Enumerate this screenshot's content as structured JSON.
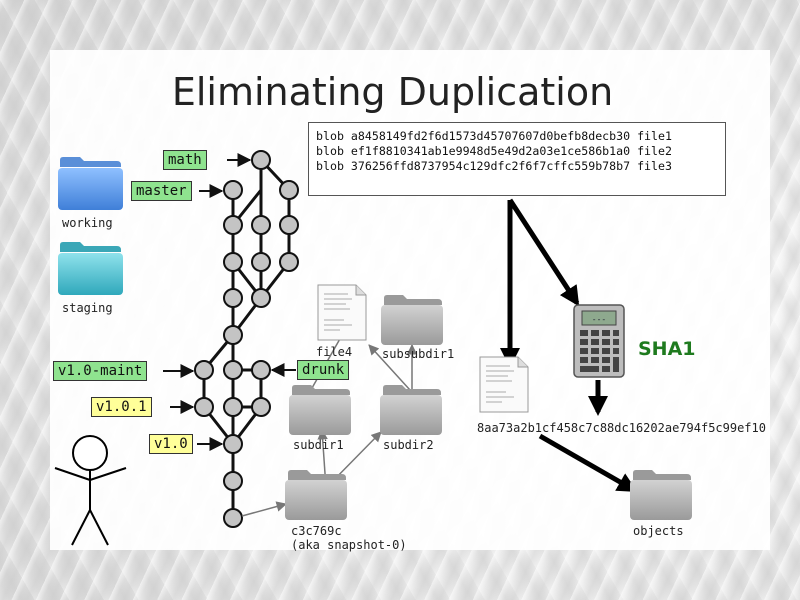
{
  "title": "Eliminating Duplication",
  "blobs": [
    "blob a8458149fd2f6d1573d45707607d0befb8decb30 file1",
    "blob ef1f8810341ab1e9948d5e49d2a03e1ce586b1a0 file2",
    "blob 376256ffd8737954c129dfc2f6f7cffc559b78b7 file3"
  ],
  "branches": {
    "math": "math",
    "master": "master",
    "maint": "v1.0-maint",
    "drunk": "drunk"
  },
  "tags": {
    "v101": "v1.0.1",
    "v10": "v1.0"
  },
  "labels": {
    "working": "working",
    "staging": "staging",
    "file4": "file4",
    "subsubdir1": "subsubdir1",
    "subdir1": "subdir1",
    "subdir2": "subdir2",
    "tree_hash": "c3c769c",
    "tree_alias": "(aka snapshot-0)",
    "new_hash": "8aa73a2b1cf458c7c88dc16202ae794f5c99ef10",
    "objects": "objects",
    "sha1": "SHA1",
    "calculator_display": "---"
  },
  "colors": {
    "tag_green": "#8fe38f",
    "tag_yellow": "#ffff99",
    "sha1_text": "#1e7a1e",
    "commit_node": "#c4c4c4",
    "folder_blue": "#4f8fe8",
    "folder_teal": "#3fb8c8",
    "folder_gray": "#a8a8a8"
  }
}
